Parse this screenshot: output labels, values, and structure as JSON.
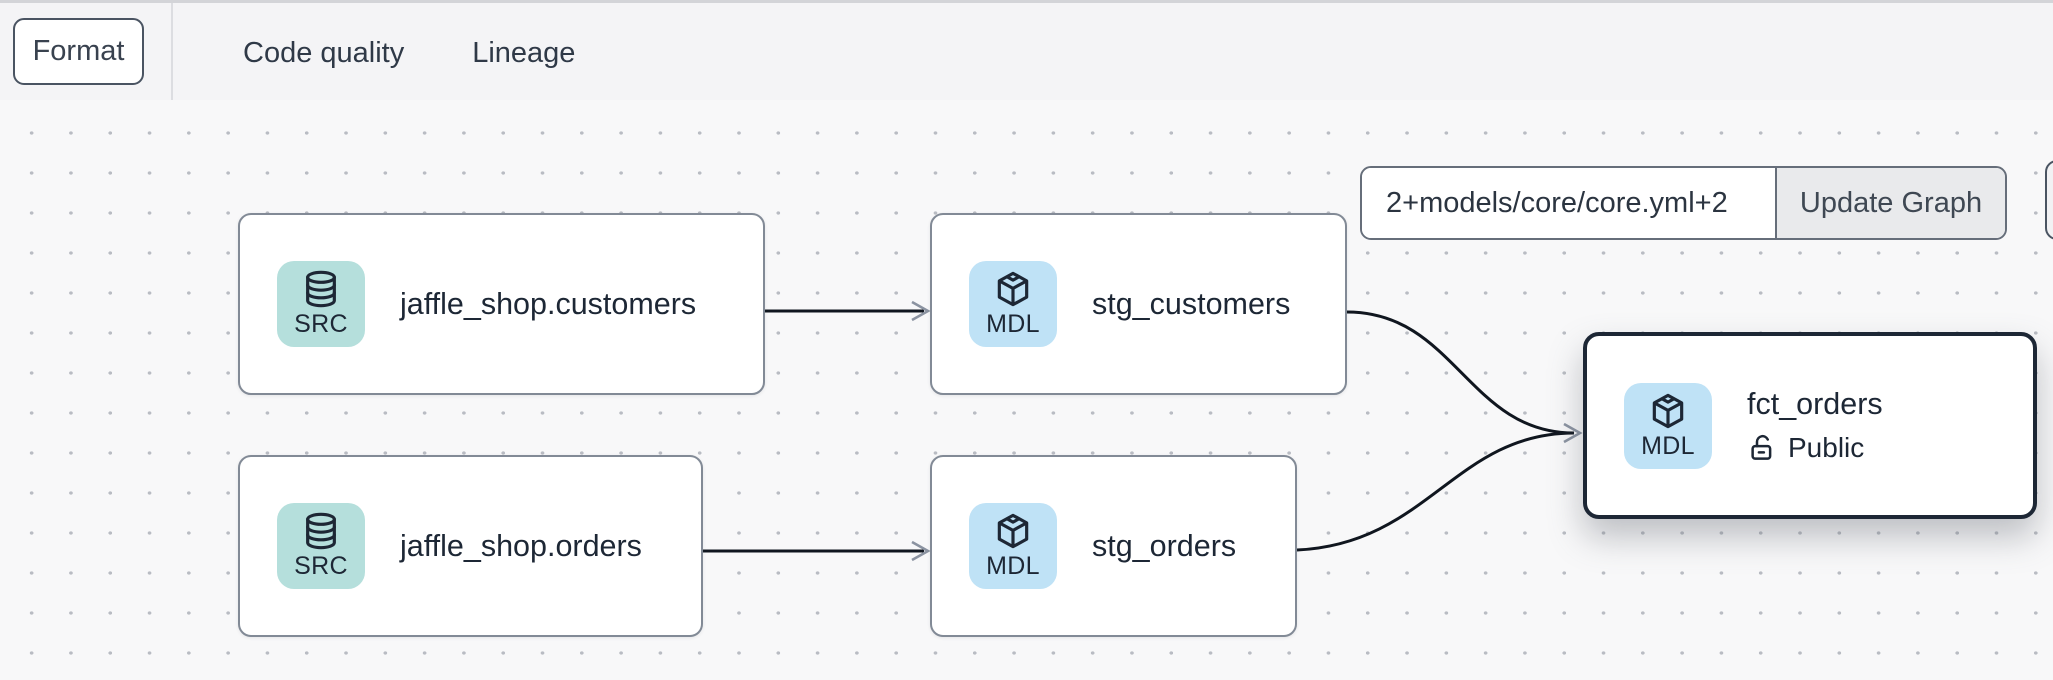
{
  "header": {
    "format_label": "Format",
    "tabs": [
      {
        "label": "Code quality",
        "active": false
      },
      {
        "label": "Lineage",
        "active": true
      }
    ]
  },
  "controls": {
    "selector_value": "2+models/core/core.yml+2",
    "update_button_label": "Update Graph"
  },
  "nodes": [
    {
      "id": "source.jaffle_shop.customers",
      "badge": "SRC",
      "icon": "database-icon",
      "label": "jaffle_shop.customers",
      "type": "source"
    },
    {
      "id": "model.stg_customers",
      "badge": "MDL",
      "icon": "cube-icon",
      "label": "stg_customers",
      "type": "model"
    },
    {
      "id": "source.jaffle_shop.orders",
      "badge": "SRC",
      "icon": "database-icon",
      "label": "jaffle_shop.orders",
      "type": "source"
    },
    {
      "id": "model.stg_orders",
      "badge": "MDL",
      "icon": "cube-icon",
      "label": "stg_orders",
      "type": "model"
    },
    {
      "id": "model.fct_orders",
      "badge": "MDL",
      "icon": "cube-icon",
      "label": "fct_orders",
      "access": "Public",
      "type": "model",
      "selected": true
    }
  ],
  "edges": [
    {
      "from": "jaffle_shop.customers",
      "to": "stg_customers"
    },
    {
      "from": "jaffle_shop.orders",
      "to": "stg_orders"
    },
    {
      "from": "stg_customers",
      "to": "fct_orders"
    },
    {
      "from": "stg_orders",
      "to": "fct_orders"
    }
  ],
  "colors": {
    "source_badge": "#b5dfdc",
    "model_badge": "#bfe2f6",
    "node_border": "#828a96",
    "selected_border": "#1d2735",
    "edge": "#10161f",
    "arrowhead": "#8b93a1",
    "tab_underline": "#9aa3b0",
    "topbar_bg": "#f4f4f6",
    "canvas_bg": "#f8f8f9",
    "text": "#1d2735"
  }
}
